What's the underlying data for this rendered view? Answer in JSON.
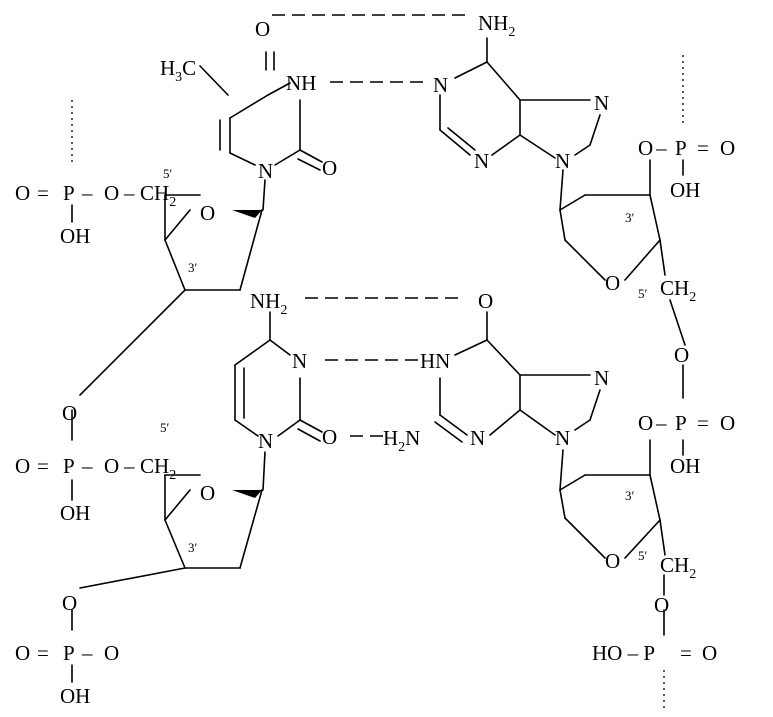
{
  "labels": {
    "O": "O",
    "N": "N",
    "NH": "NH",
    "HN": "HN",
    "H3C_main": "H",
    "H3C_sub": "3",
    "H3C_tail": "C",
    "NH2_main": "NH",
    "NH2_sub": "2",
    "H2N_main": "H",
    "H2N_sub": "2",
    "H2N_tail": "N",
    "CH2_main": "CH",
    "CH2_sub": "2",
    "OH": "OH",
    "P": "P",
    "eq": "=",
    "dash": "–",
    "HO_P": "HO – P",
    "prime3": "3′",
    "prime5": "5′"
  }
}
